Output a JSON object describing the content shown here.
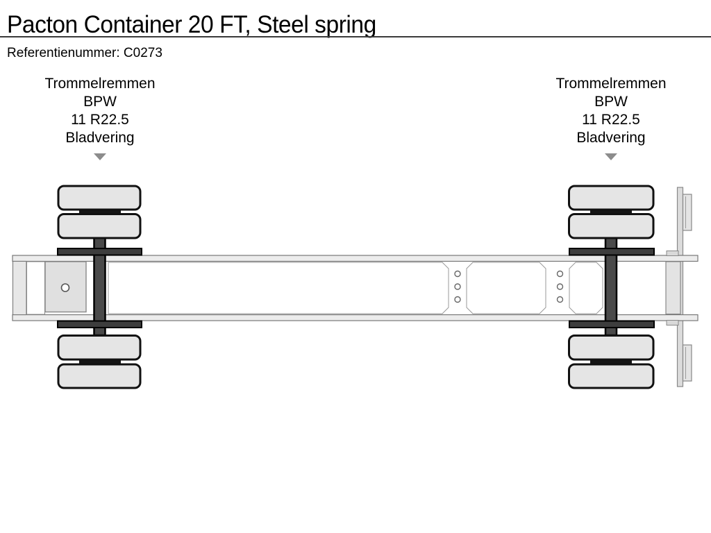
{
  "header": {
    "title": "Pacton Container 20 FT, Steel spring",
    "reference": "Referentienummer: C0273"
  },
  "axle_labels": {
    "left": {
      "lines": [
        "Trommelremmen",
        "BPW",
        "11 R22.5",
        "Bladvering"
      ]
    },
    "right": {
      "lines": [
        "Trommelremmen",
        "BPW",
        "11 R22.5",
        "Bladvering"
      ]
    }
  },
  "diagram": {
    "type": "trailer-chassis-top-view",
    "axle_count": 2,
    "wheels_per_axle": 4,
    "colors": {
      "background": "#ffffff",
      "tire_fill": "#e5e5e5",
      "tire_stroke": "#111111",
      "axle_dark": "#4a4a4a",
      "spring_bar": "#3d3d3d",
      "hub_strip": "#151515",
      "rail_fill": "#ececec",
      "rail_stroke": "#777777",
      "panel_stroke": "#999999",
      "plate_fill": "#e0e0e0",
      "marker_triangle": "#8c8c8c",
      "text": "#000000"
    }
  }
}
